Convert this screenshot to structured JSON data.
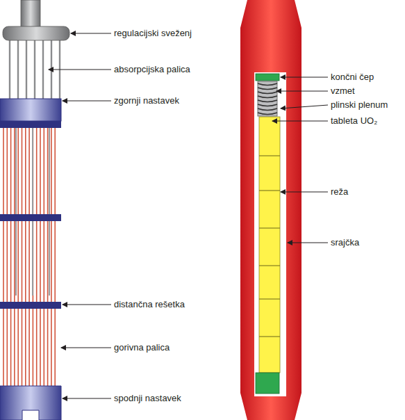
{
  "diagram": {
    "labels": [
      "regulacijski sveženj",
      "absorpcijska palica",
      "zgornji nastavek",
      "distančna rešetka",
      "gorivna palica",
      "spodnji nastavek",
      "končni čep",
      "vzmet",
      "plinski plenum",
      "tableta UO₂",
      "reža",
      "srajčka"
    ]
  }
}
